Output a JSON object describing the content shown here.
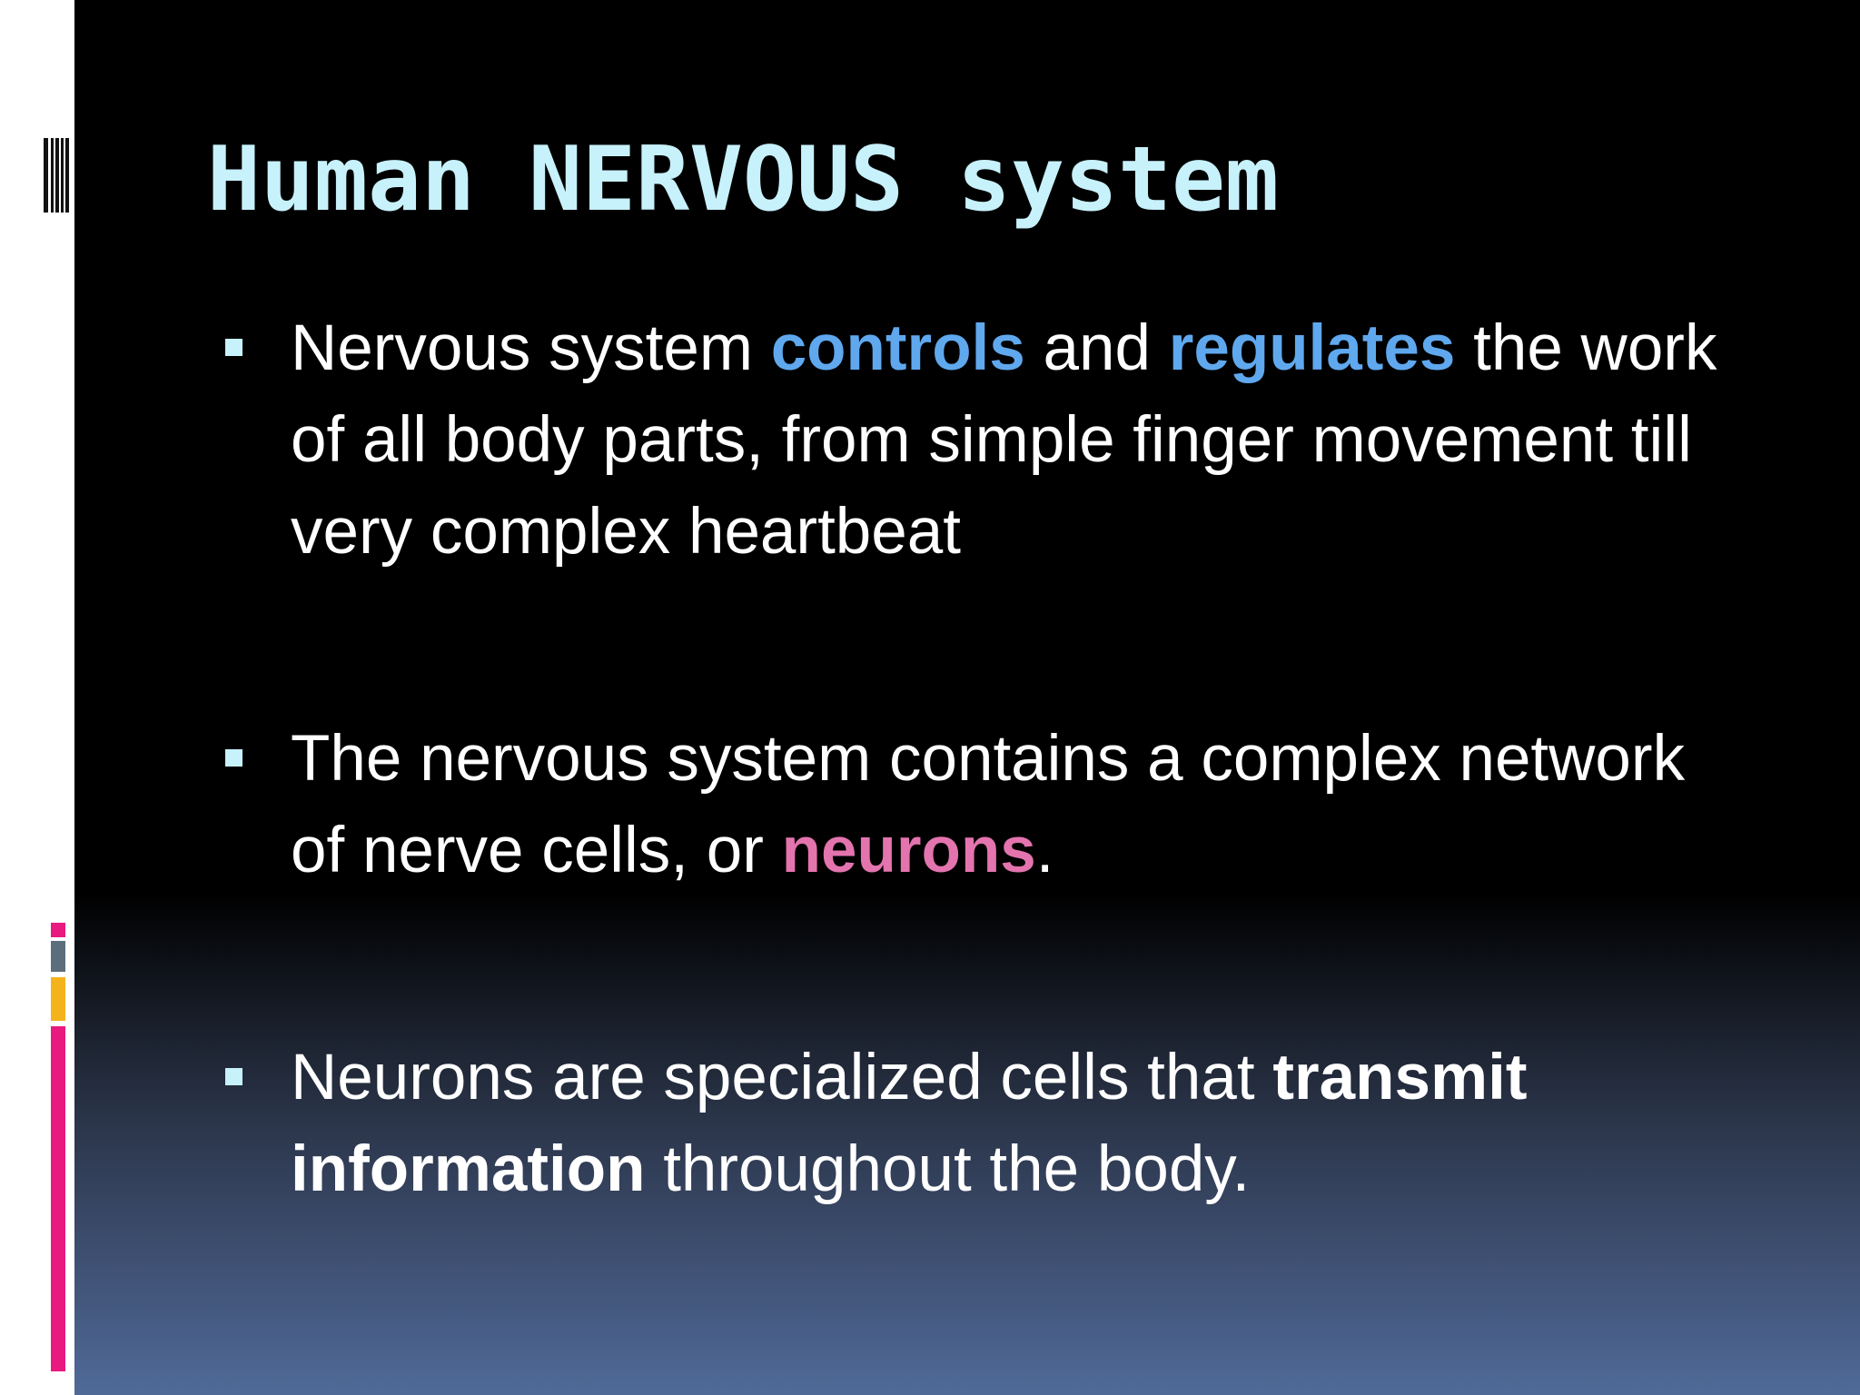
{
  "colors": {
    "title": "#c7f1fb",
    "body_text": "#ffffff",
    "highlight_blue": "#5fa8ee",
    "highlight_pink": "#e374ae",
    "accent_pink": "#e8197f",
    "accent_gray": "#5c6e7c",
    "accent_yellow": "#f4b21b",
    "background_top": "#000000",
    "background_bottom": "#506a98"
  },
  "slide": {
    "title": "Human NERVOUS system",
    "bullets": [
      {
        "parts": [
          "Nervous system ",
          "controls",
          " and ",
          "regulates",
          " the work of all body parts, from simple finger movement till very complex heartbeat"
        ]
      },
      {
        "parts": [
          "The nervous system contains a complex network of nerve cells, or ",
          "neurons",
          "."
        ]
      },
      {
        "parts": [
          "Neurons are specialized cells that ",
          "transmit information",
          " throughout the body."
        ]
      }
    ]
  }
}
